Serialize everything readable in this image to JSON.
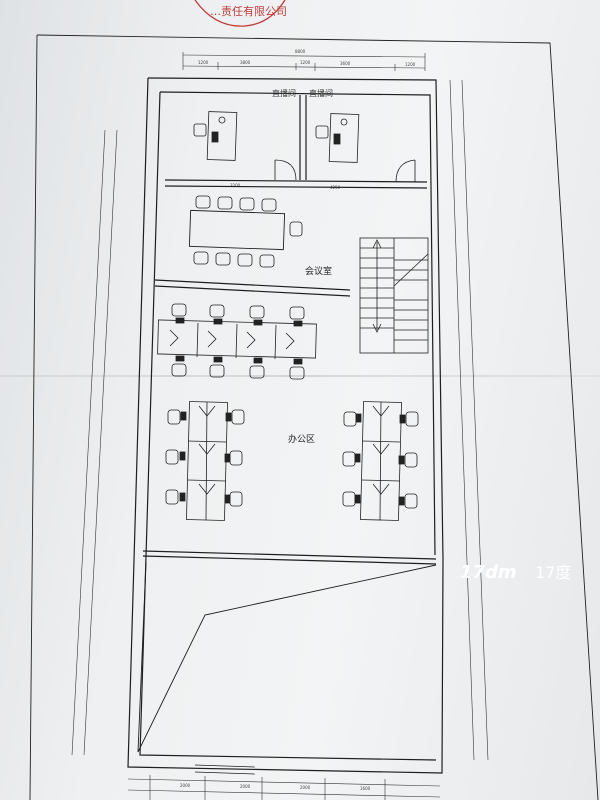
{
  "stamp": {
    "text": "…责任有限公司"
  },
  "rooms": {
    "broadcast_room_1": "直播间",
    "broadcast_room_2": "直播间",
    "meeting_room": "会议室",
    "office_area": "办公区"
  },
  "watermark": {
    "brand": "17dm",
    "brand_cn": "17度"
  },
  "colors": {
    "line": "#1e1e1e",
    "paper": "#eef0f1",
    "stamp": "#c23a3a"
  }
}
